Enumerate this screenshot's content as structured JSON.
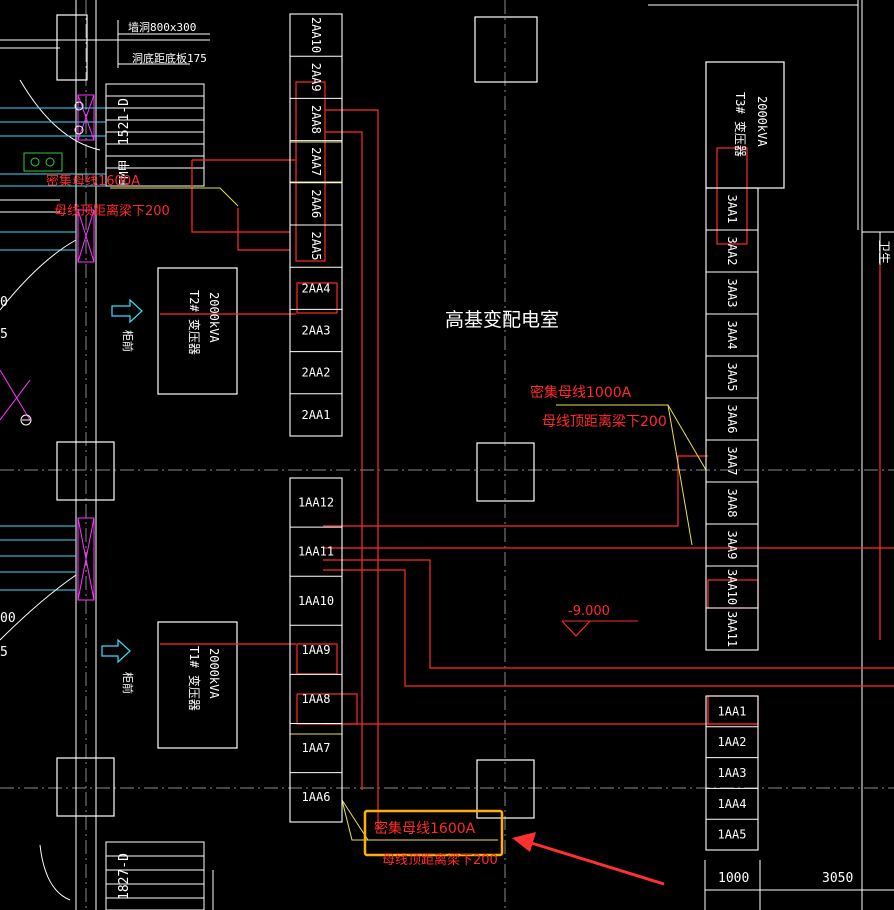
{
  "room_label": "高基变配电室",
  "top_annotations": [
    "墙洞800x300",
    "洞底距底板175"
  ],
  "door_label_top": "1521-D",
  "door_code_top": "FM甲",
  "door_label_bottom": "1827-D",
  "left_busway": {
    "line1": "密集母线1600A",
    "line2": "母线顶距离梁下200"
  },
  "right_busway": {
    "line1": "密集母线1000A",
    "line2": "母线顶距离梁下200"
  },
  "bottom_busway": {
    "line1": "密集母线1600A",
    "line2": "母线顶距离梁下200"
  },
  "elevation": "-9.000",
  "transformers": [
    {
      "id": "T1",
      "name": "T1# 变压器",
      "rating": "2000kVA"
    },
    {
      "id": "T2",
      "name": "T2# 变压器",
      "rating": "2000kVA"
    },
    {
      "id": "T3",
      "name": "T3# 变压器",
      "rating": "2000kVA"
    }
  ],
  "entry_label": "柜前",
  "panels_2aa": [
    "2AA10",
    "2AA9",
    "2AA8",
    "2AA7",
    "2AA6",
    "2AA5",
    "2AA4",
    "2AA3",
    "2AA2",
    "2AA1"
  ],
  "panels_1aa": [
    "1AA12",
    "1AA11",
    "1AA10",
    "1AA9",
    "1AA8",
    "1AA7",
    "1AA6"
  ],
  "panels_3aa": [
    "3AA1",
    "3AA2",
    "3AA3",
    "3AA4",
    "3AA5",
    "3AA6",
    "3AA7",
    "3AA8",
    "3AA9",
    "3AA10",
    "3AA11"
  ],
  "panels_1aa_right": [
    "1AA1",
    "1AA2",
    "1AA3",
    "1AA4",
    "1AA5"
  ],
  "dims": [
    "1000",
    "3050"
  ],
  "edge_fragments": [
    "0",
    "5",
    "00",
    "5"
  ],
  "edge_right": "卫生",
  "colors": {
    "white": "#ffffff",
    "red": "#ff2a2a",
    "yellow": "#e8e04a",
    "magenta": "#ff33ff",
    "cyan": "#33e0ff",
    "green": "#2ecc40",
    "grey": "#8a8a8a",
    "orange": "#ffb000"
  }
}
